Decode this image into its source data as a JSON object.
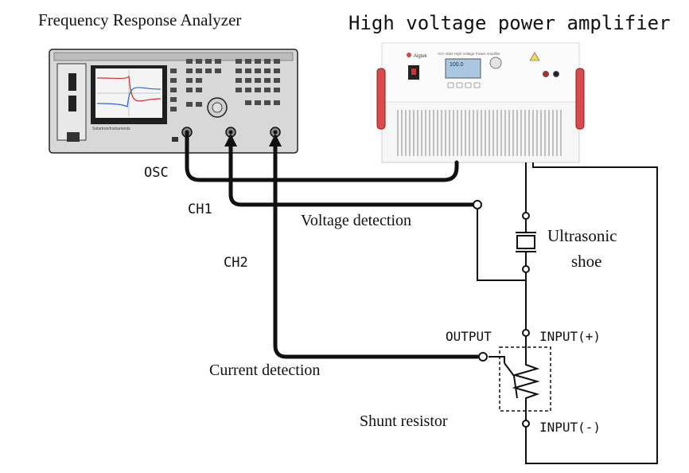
{
  "title_fra": "Frequency Response Analyzer",
  "title_amp": "High voltage power amplifier",
  "label_osc": "OSC",
  "label_ch1": "CH1",
  "label_ch2": "CH2",
  "label_voltage_detection": "Voltage detection",
  "label_ultrasonic_line1": "Ultrasonic",
  "label_ultrasonic_line2": "shoe",
  "label_output": "OUTPUT",
  "label_input_plus": "INPUT(+)",
  "label_current_detection": "Current detection",
  "label_shunt_resistor": "Shunt resistor",
  "label_input_minus": "INPUT(-)",
  "amp_display_value": "100.0",
  "amp_brand": "Aigtek",
  "amp_model_text": "ATA-4052 High Voltage Power Amplifier",
  "fra_screen_caption": "Solartron/Instruments"
}
